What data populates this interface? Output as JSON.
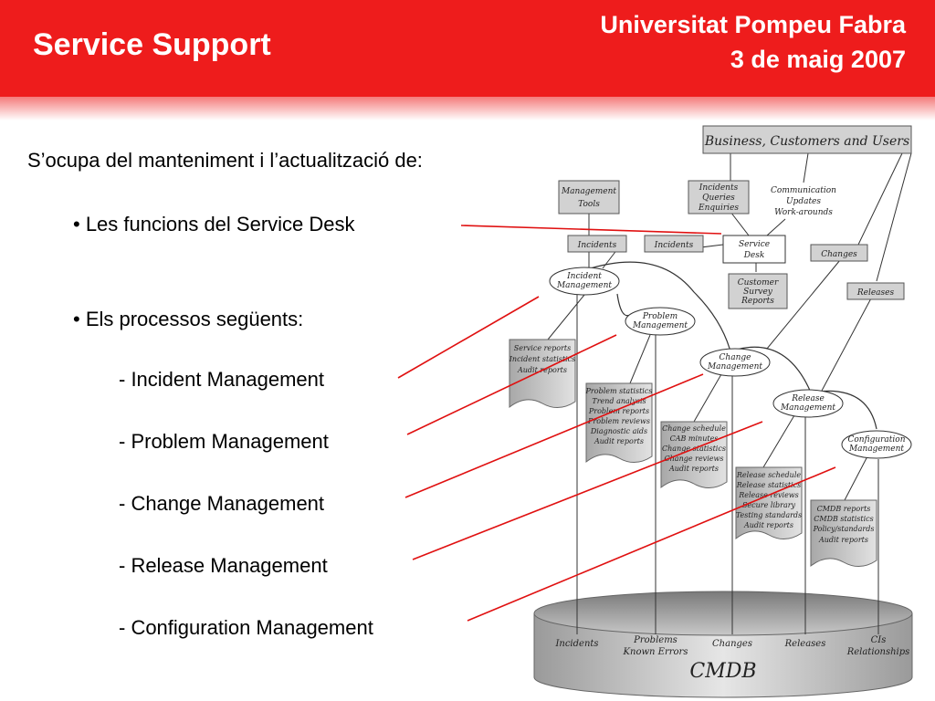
{
  "header": {
    "title": "Service Support",
    "university": "Universitat Pompeu Fabra",
    "date": "3 de maig 2007"
  },
  "body": {
    "intro": "S’ocupa del manteniment i l’actualització de:",
    "bullet1": "• Les funcions del Service Desk",
    "bullet2": "• Els processos següents:",
    "processes": [
      "- Incident Management",
      "- Problem Management",
      "- Change Management",
      "- Release Management",
      "- Configuration Management"
    ]
  },
  "diagram": {
    "business": "Business, Customers and Users",
    "management_tools": [
      "Management",
      "Tools"
    ],
    "incidents_queries": [
      "Incidents",
      "Queries",
      "Enquiries"
    ],
    "communication": [
      "Communication",
      "Updates",
      "Work-arounds"
    ],
    "incidents_box1": "Incidents",
    "incidents_box2": "Incidents",
    "service_desk": [
      "Service",
      "Desk"
    ],
    "changes_box": "Changes",
    "releases_box": "Releases",
    "customer_survey": [
      "Customer",
      "Survey",
      "Reports"
    ],
    "incident_mgmt": [
      "Incident",
      "Management"
    ],
    "problem_mgmt": [
      "Problem",
      "Management"
    ],
    "change_mgmt": [
      "Change",
      "Management"
    ],
    "release_mgmt": [
      "Release",
      "Management"
    ],
    "config_mgmt": [
      "Configuration",
      "Management"
    ],
    "doc_incident": [
      "Service reports",
      "Incident statistics",
      "Audit reports"
    ],
    "doc_problem": [
      "Problem statistics",
      "Trend analysis",
      "Problem reports",
      "Problem reviews",
      "Diagnostic aids",
      "Audit reports"
    ],
    "doc_change": [
      "Change schedule",
      "CAB minutes",
      "Change statistics",
      "Change reviews",
      "Audit reports"
    ],
    "doc_release": [
      "Release schedule",
      "Release statistics",
      "Release reviews",
      "Secure library",
      "Testing standards",
      "Audit reports"
    ],
    "doc_config": [
      "CMDB reports",
      "CMDB statistics",
      "Policy/standards",
      "Audit reports"
    ],
    "cmdb_labels": [
      [
        "Incidents"
      ],
      [
        "Problems",
        "Known Errors"
      ],
      [
        "Changes"
      ],
      [
        "Releases"
      ],
      [
        "CIs",
        "Relationships"
      ]
    ],
    "cmdb": "CMDB"
  },
  "colors": {
    "banner": "#ee1c1c",
    "pointer_lines": "#e01010"
  }
}
